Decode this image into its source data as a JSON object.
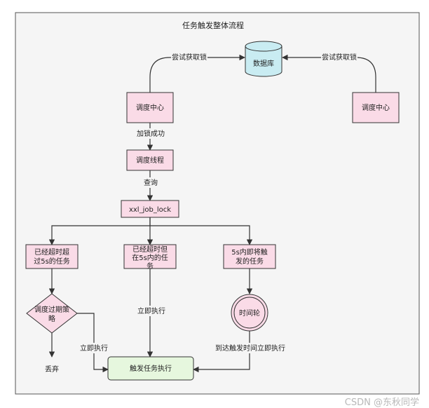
{
  "title": "任务触发整体流程",
  "nodes": {
    "database": "数据库",
    "scheduler_left": "调度中心",
    "scheduler_right": "调度中心",
    "thread": "调度线程",
    "lock": "xxl_job_lock",
    "expired": [
      "已经超时超",
      "过5s的任务"
    ],
    "within5s": [
      "已经超时但",
      "在5s内的任",
      "务"
    ],
    "upcoming": [
      "5s内即将触",
      "发的任务"
    ],
    "strategy": [
      "调度过期策",
      "略"
    ],
    "timewheel": "时间轮",
    "trigger": "触发任务执行",
    "discard": "丢弃"
  },
  "edges": {
    "try_lock_left": "尝试获取锁",
    "try_lock_right": "尝试获取锁",
    "lock_success": "加锁成功",
    "query": "查询",
    "exec_now_mid": "立即执行",
    "exec_now_left": "立即执行",
    "on_time_exec": "到达触发时间立即执行"
  },
  "watermark": "CSDN @东秋同学",
  "colors": {
    "pink": "#fadbe7",
    "cyan": "#c9ecf2",
    "green": "#e6f7de",
    "line": "#333333",
    "background": "#f5f5f5"
  }
}
